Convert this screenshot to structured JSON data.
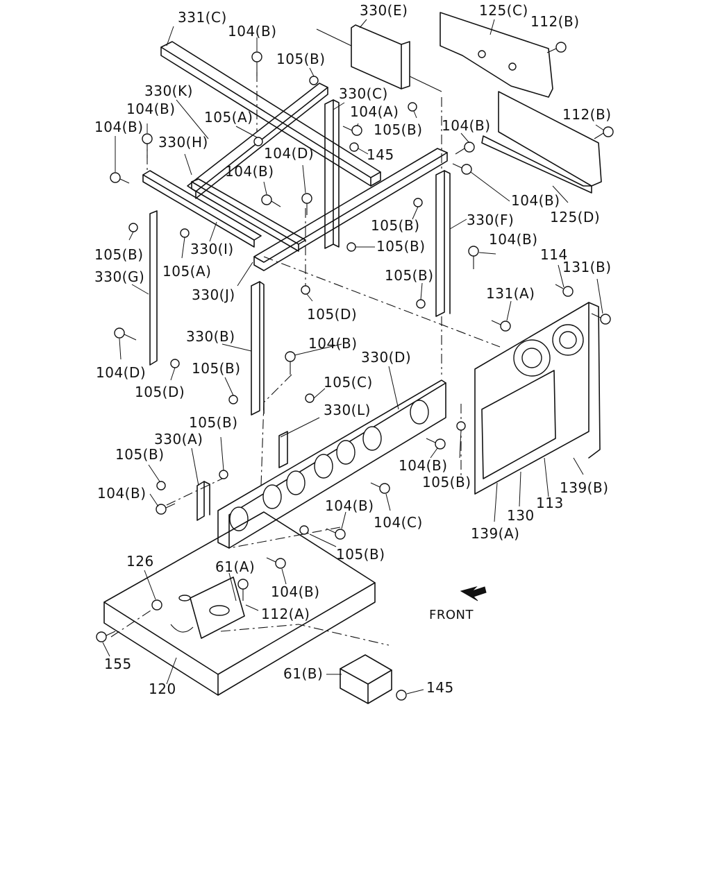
{
  "diagram": {
    "direction_label": "FRONT",
    "labels": {
      "l331C": "331(C)",
      "l330E": "330(E)",
      "l125C": "125(C)",
      "l112B_top": "112(B)",
      "l104B_top": "104(B)",
      "l105B_top": "105(B)",
      "l330K": "330(K)",
      "l330C": "330(C)",
      "l104B_a": "104(B)",
      "l105A_top": "105(A)",
      "l104A": "104(A)",
      "l105B_b": "105(B)",
      "l104B_b": "104(B)",
      "l112B_r": "112(B)",
      "l104B_c": "104(B)",
      "l330H": "330(H)",
      "l145_top": "145",
      "l104D_top": "104(D)",
      "l104B_d": "104(B)",
      "l104B_e": "104(B)",
      "l125D": "125(D)",
      "l330F": "330(F)",
      "l105B_c": "105(B)",
      "l105B_d": "105(B)",
      "l330I": "330(I)",
      "l105B_e": "105(B)",
      "l104B_f": "104(B)",
      "l105A_l": "105(A)",
      "l114": "114",
      "l131B": "131(B)",
      "l330G": "330(G)",
      "l330J": "330(J)",
      "l105B_f": "105(B)",
      "l131A": "131(A)",
      "l105D_m": "105(D)",
      "l330B": "330(B)",
      "l104B_g": "104(B)",
      "l330D": "330(D)",
      "l104D_l": "104(D)",
      "l105B_g": "105(B)",
      "l105D_l": "105(D)",
      "l105C": "105(C)",
      "l330L": "330(L)",
      "l105B_h": "105(B)",
      "l330A": "330(A)",
      "l105B_i": "105(B)",
      "l104B_h": "104(B)",
      "l105B_j": "105(B)",
      "l104B_i": "104(B)",
      "l139B": "139(B)",
      "l104B_j": "104(B)",
      "l104C": "104(C)",
      "l130": "130",
      "l113": "113",
      "l139A": "139(A)",
      "l126": "126",
      "l105B_k": "105(B)",
      "l61A": "61(A)",
      "l104B_k": "104(B)",
      "l112A": "112(A)",
      "l155": "155",
      "l120": "120",
      "l61B": "61(B)",
      "l145_b": "145"
    }
  }
}
